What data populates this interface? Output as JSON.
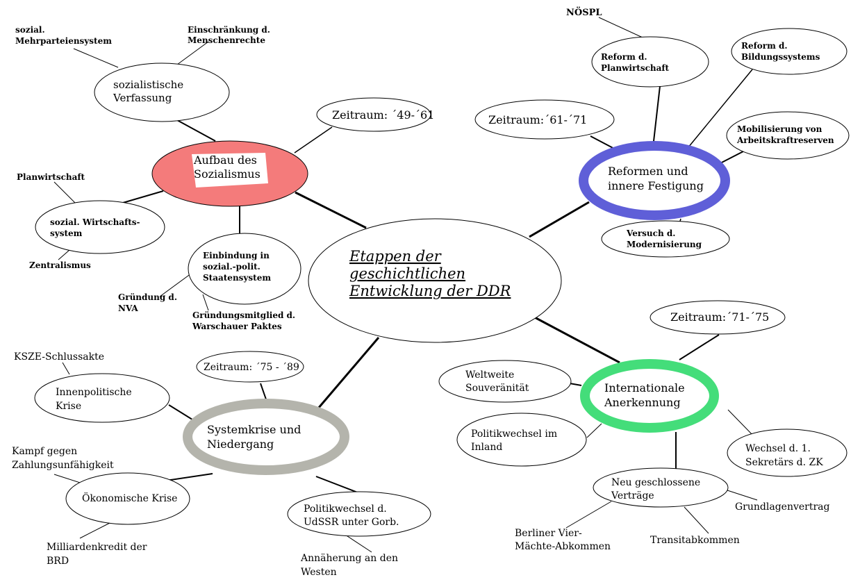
{
  "center": {
    "lines": [
      "Etappen der",
      "geschichtlichen",
      "Entwicklung der DDR"
    ]
  },
  "branches": {
    "aufbau": {
      "title": [
        "Aufbau des",
        "Sozialismus"
      ],
      "color": "#f47b7b",
      "zeitraum": "Zeitraum: ´49-´61",
      "verfassung": [
        "sozialistische",
        "Verfassung"
      ],
      "mehrparteien": [
        "sozial.",
        "Mehrparteiensystem"
      ],
      "menschenrechte": [
        "Einschränkung d.",
        "Menschenrechte"
      ],
      "wirtschaft": [
        "sozial. Wirtschafts-",
        "system"
      ],
      "planwirtschaft": "Planwirtschaft",
      "zentralismus": "Zentralismus",
      "einbindung": [
        "Einbindung in",
        "sozial.-polit.",
        "Staatensystem"
      ],
      "nva": [
        "Gründung d.",
        "NVA"
      ],
      "warschau": [
        "Gründungsmitglied d.",
        "Warschauer Paktes"
      ]
    },
    "reformen": {
      "title": [
        "Reformen und",
        "innere Festigung"
      ],
      "color": "#5f5fd8",
      "zeitraum": "Zeitraum:´61-´71",
      "planwirtschaft": [
        "Reform d.",
        "Planwirtschaft"
      ],
      "noespl": "NÖSPL",
      "bildung": [
        "Reform d.",
        "Bildungssystems"
      ],
      "mobilisierung": [
        "Mobilisierung von",
        "Arbeitskraftreserven"
      ],
      "modernisierung": [
        "Versuch d.",
        "Modernisierung"
      ]
    },
    "anerkennung": {
      "title": [
        "Internationale",
        "Anerkennung"
      ],
      "color": "#44dd7a",
      "zeitraum": "Zeitraum:´71-´75",
      "souveraenitaet": [
        "Weltweite",
        "Souveränität"
      ],
      "politikwechsel": [
        "Politikwechsel im",
        "Inland"
      ],
      "sekretaer": [
        "Wechsel d. 1.",
        "Sekretärs d. ZK"
      ],
      "vertraege": [
        "Neu geschlossene",
        "Verträge"
      ],
      "berlin": [
        "Berliner Vier-",
        "Mächte-Abkommen"
      ],
      "transit": "Transitabkommen",
      "grundlagen": "Grundlagenvertrag"
    },
    "systemkrise": {
      "title": [
        "Systemkrise und",
        "Niedergang"
      ],
      "color": "#b4b4ac",
      "zeitraum": "Zeitraum: ´75 - ´89",
      "innenpolitisch": [
        "Innenpolitische",
        "Krise"
      ],
      "ksze": "KSZE-Schlussakte",
      "oekonomisch": "Ökonomische Krise",
      "kampf": [
        "Kampf gegen",
        "Zahlungsunfähigkeit"
      ],
      "milliarden": [
        "Milliardenkredit der",
        "BRD"
      ],
      "udssr": [
        "Politikwechsel d.",
        "UdSSR unter Gorb."
      ],
      "annaeherung": [
        "Annäherung an den",
        "Westen"
      ]
    }
  }
}
